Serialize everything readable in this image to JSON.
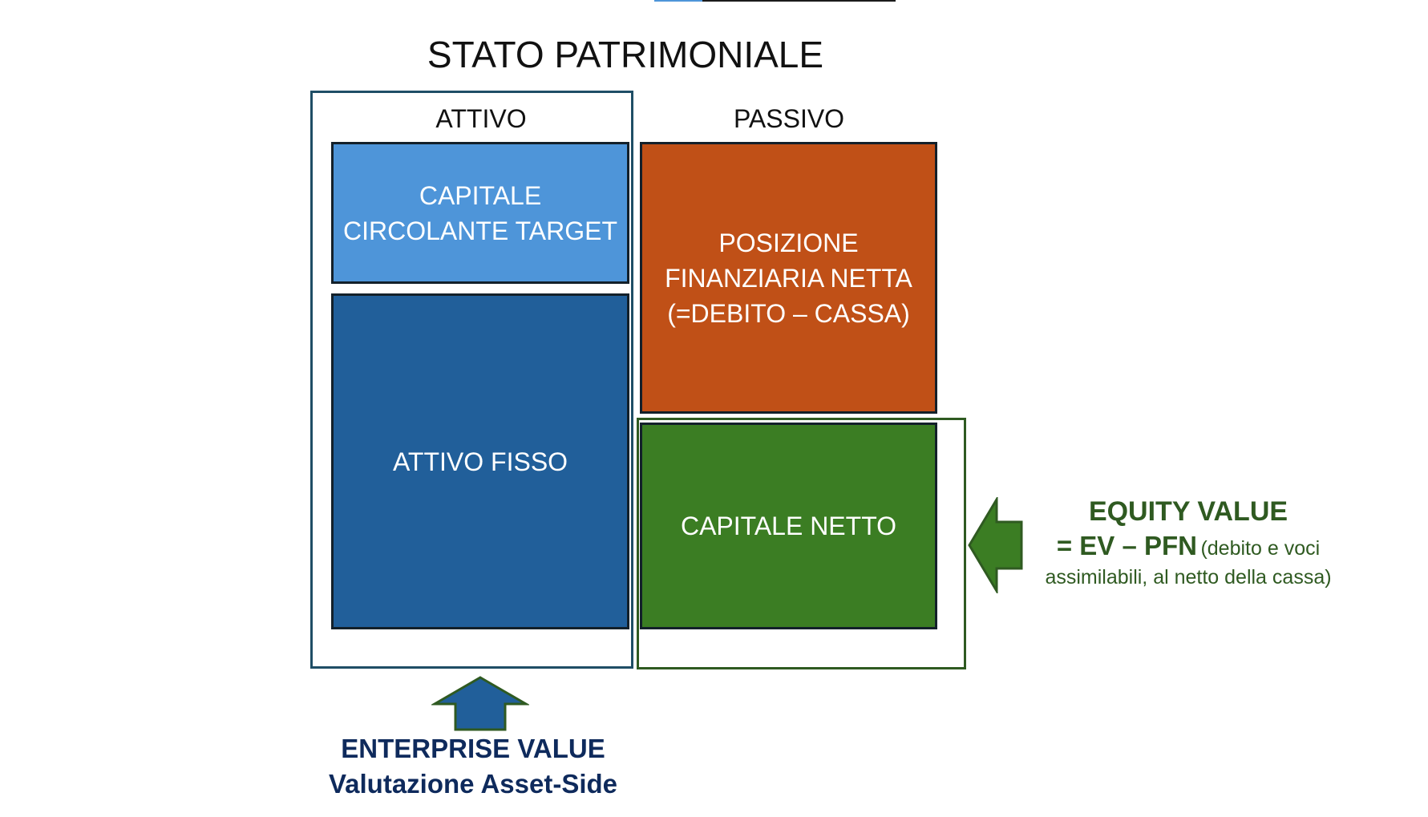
{
  "title": "STATO PATRIMONIALE",
  "columns": {
    "assets": "ATTIVO",
    "liabilities": "PASSIVO"
  },
  "boxes": {
    "circolante": "CAPITALE\nCIRCOLANTE TARGET",
    "fisso": "ATTIVO FISSO",
    "pfn": "POSIZIONE\nFINANZIARIA NETTA\n(=DEBITO – CASSA)",
    "netto": "CAPITALE NETTO"
  },
  "enterprise_value": {
    "line1": "ENTERPRISE VALUE",
    "line2": "Valutazione Asset-Side"
  },
  "equity_value": {
    "title": "EQUITY VALUE",
    "formula": "= EV – PFN",
    "note_inline": "(debito e voci",
    "note_line2": "assimilabili, al netto della cassa)"
  },
  "colors": {
    "circolante": "#4e95d9",
    "fisso": "#215f9a",
    "pfn": "#c05017",
    "netto": "#3b7d23",
    "assets_frame": "#1f4e66",
    "equity_frame": "#2f5a21",
    "ev_text": "#0e2a5c",
    "eq_text": "#2f5a21"
  },
  "icons": {
    "up_arrow": "up-arrow-icon",
    "left_arrow": "left-arrow-icon"
  }
}
